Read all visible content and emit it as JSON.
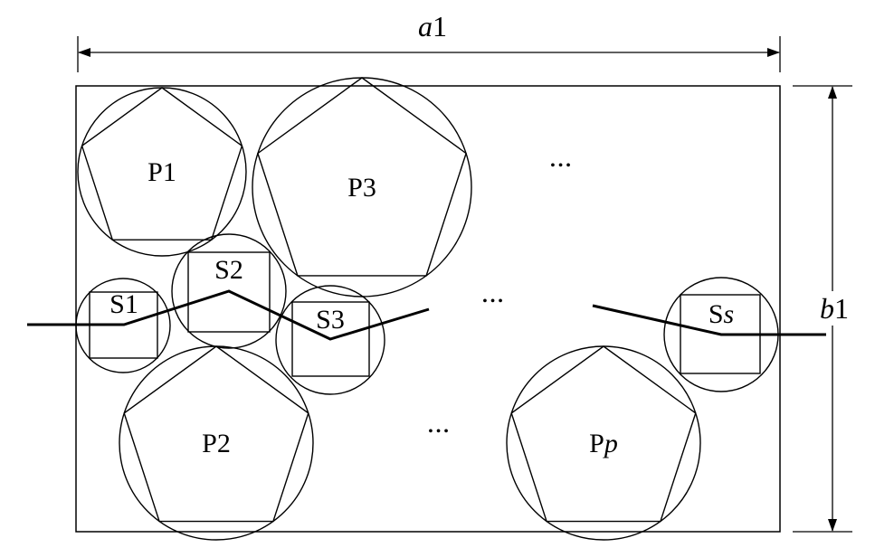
{
  "dimensions": {
    "width_label_main": "a",
    "width_label_sub": "1",
    "height_label_main": "b",
    "height_label_sub": "1"
  },
  "polygons": [
    {
      "id": "P1",
      "prefix": "P",
      "suffix": "1",
      "italic_suffix": false
    },
    {
      "id": "P3",
      "prefix": "P",
      "suffix": "3",
      "italic_suffix": false
    },
    {
      "id": "P2",
      "prefix": "P",
      "suffix": "2",
      "italic_suffix": false
    },
    {
      "id": "Pp",
      "prefix": "P",
      "suffix": "p",
      "italic_suffix": true
    }
  ],
  "squares": [
    {
      "id": "S1",
      "prefix": "S",
      "suffix": "1",
      "italic_suffix": false
    },
    {
      "id": "S2",
      "prefix": "S",
      "suffix": "2",
      "italic_suffix": false
    },
    {
      "id": "S3",
      "prefix": "S",
      "suffix": "3",
      "italic_suffix": false
    },
    {
      "id": "Ss",
      "prefix": "S",
      "suffix": "s",
      "italic_suffix": true
    }
  ],
  "ellipsis": "•••",
  "colors": {
    "stroke": "#000000",
    "background": "#ffffff"
  }
}
